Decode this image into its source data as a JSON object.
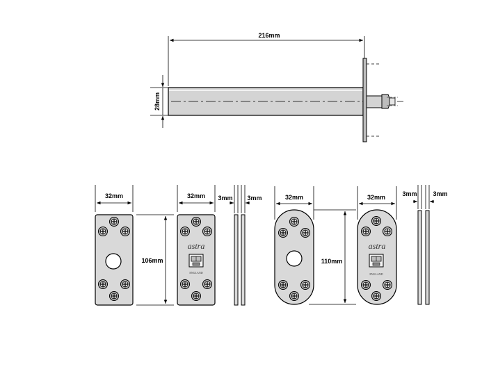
{
  "diagram": {
    "closer_body": {
      "length_label": "216mm",
      "diameter_label": "28mm"
    },
    "rectangular_plates": {
      "width_left_label": "32mm",
      "width_right_label": "32mm",
      "height_label": "106mm",
      "thickness_left_label": "3mm",
      "thickness_right_label": "3mm",
      "brand_text": "astra",
      "origin_text": "ENGLAND"
    },
    "radiused_plates": {
      "width_left_label": "32mm",
      "width_right_label": "32mm",
      "height_label": "110mm",
      "thickness_left_label": "3mm",
      "thickness_right_label": "3mm",
      "brand_text": "astra",
      "origin_text": "ENGLAND"
    },
    "colors": {
      "line": "#000000",
      "plate_fill": "#d9d9d9",
      "tube_fill": "#d4d4d4"
    }
  }
}
